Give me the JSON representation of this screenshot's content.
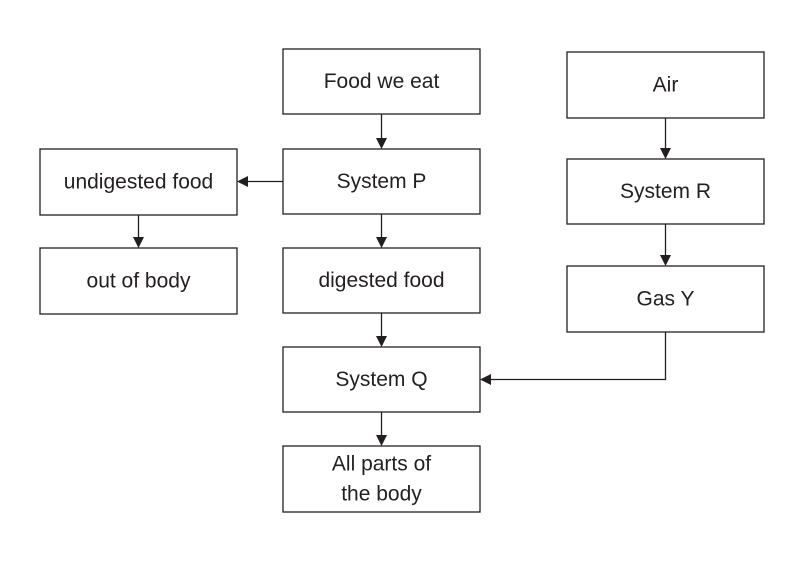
{
  "nodes": {
    "food": {
      "lines": [
        "Food we eat"
      ]
    },
    "system_p": {
      "lines": [
        "System P"
      ]
    },
    "undigested": {
      "lines": [
        "undigested food"
      ]
    },
    "out_of_body": {
      "lines": [
        "out of body"
      ]
    },
    "digested": {
      "lines": [
        "digested food"
      ]
    },
    "system_q": {
      "lines": [
        "System Q"
      ]
    },
    "all_parts": {
      "lines": [
        "All parts of",
        "the body"
      ]
    },
    "air": {
      "lines": [
        "Air"
      ]
    },
    "system_r": {
      "lines": [
        "System R"
      ]
    },
    "gas_y": {
      "lines": [
        "Gas Y"
      ]
    }
  },
  "edges": [
    {
      "from": "food",
      "to": "system_p"
    },
    {
      "from": "system_p",
      "to": "undigested"
    },
    {
      "from": "undigested",
      "to": "out_of_body"
    },
    {
      "from": "system_p",
      "to": "digested"
    },
    {
      "from": "digested",
      "to": "system_q"
    },
    {
      "from": "system_q",
      "to": "all_parts"
    },
    {
      "from": "air",
      "to": "system_r"
    },
    {
      "from": "system_r",
      "to": "gas_y"
    },
    {
      "from": "gas_y",
      "to": "system_q"
    }
  ]
}
